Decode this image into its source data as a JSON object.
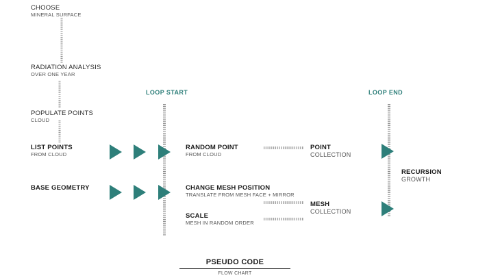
{
  "colors": {
    "accent": "#2e7f7a",
    "text": "#222222",
    "dash": "#9a9a9a"
  },
  "nodes": {
    "choose": {
      "title": "CHOOSE",
      "subtitle": "MINERAL SURFACE"
    },
    "radiation": {
      "title": "RADIATION ANALYSIS",
      "subtitle": "OVER ONE YEAR"
    },
    "populate": {
      "title": "POPULATE POINTS",
      "subtitle": "CLOUD"
    },
    "list_points": {
      "title": "LIST POINTS",
      "subtitle": "FROM CLOUD"
    },
    "base_geometry": {
      "title": "BASE GEOMETRY"
    },
    "random_point": {
      "title": "RANDOM POINT",
      "subtitle": "FROM CLOUD"
    },
    "change_mesh": {
      "title": "CHANGE MESH POSITION",
      "subtitle": "TRANSLATE FROM MESH FACE + MIRROR"
    },
    "scale": {
      "title": "SCALE",
      "subtitle": "MESH IN RANDOM ORDER"
    },
    "point": {
      "title": "POINT",
      "subtitle": "COLLECTION"
    },
    "mesh": {
      "title": "MESH",
      "subtitle": "COLLECTION"
    },
    "recursion": {
      "title": "RECURSION",
      "subtitle": "GROWTH"
    }
  },
  "loop": {
    "start_label": "LOOP START",
    "end_label": "LOOP END"
  },
  "footer": {
    "title": "PSEUDO CODE",
    "subtitle": "FLOW CHART"
  }
}
